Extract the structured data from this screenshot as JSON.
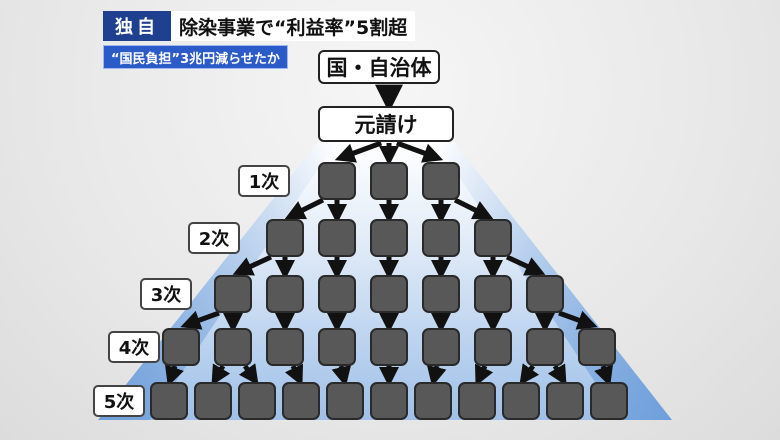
{
  "banner": {
    "badge": "独自",
    "headline": "除染事業で“利益率”5割超"
  },
  "subtag": "“国民負担”3兆円減らせたか",
  "nodes": {
    "top": "国・自治体",
    "prime": "元請け"
  },
  "tiers": [
    {
      "label": "1次",
      "count": 3
    },
    {
      "label": "2次",
      "count": 5
    },
    {
      "label": "3次",
      "count": 7
    },
    {
      "label": "4次",
      "count": 9
    },
    {
      "label": "5次",
      "count": 11
    }
  ],
  "colors": {
    "badge_bg": "#1f3f8f",
    "subtag_bg": "#2a5bc8",
    "pyramid_light": "#ffffff",
    "pyramid_blue": "#6a9fd8",
    "node_fill": "#585858",
    "arrow": "#111111"
  }
}
